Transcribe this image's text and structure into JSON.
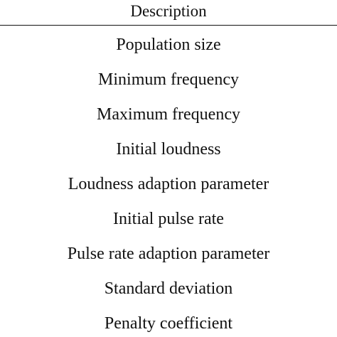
{
  "table": {
    "header": "Description",
    "rows": [
      "Population size",
      "Minimum frequency",
      "Maximum frequency",
      "Initial loudness",
      "Loudness adaption parameter",
      "Initial pulse rate",
      "Pulse rate adaption parameter",
      "Standard deviation",
      "Penalty coefficient"
    ]
  }
}
